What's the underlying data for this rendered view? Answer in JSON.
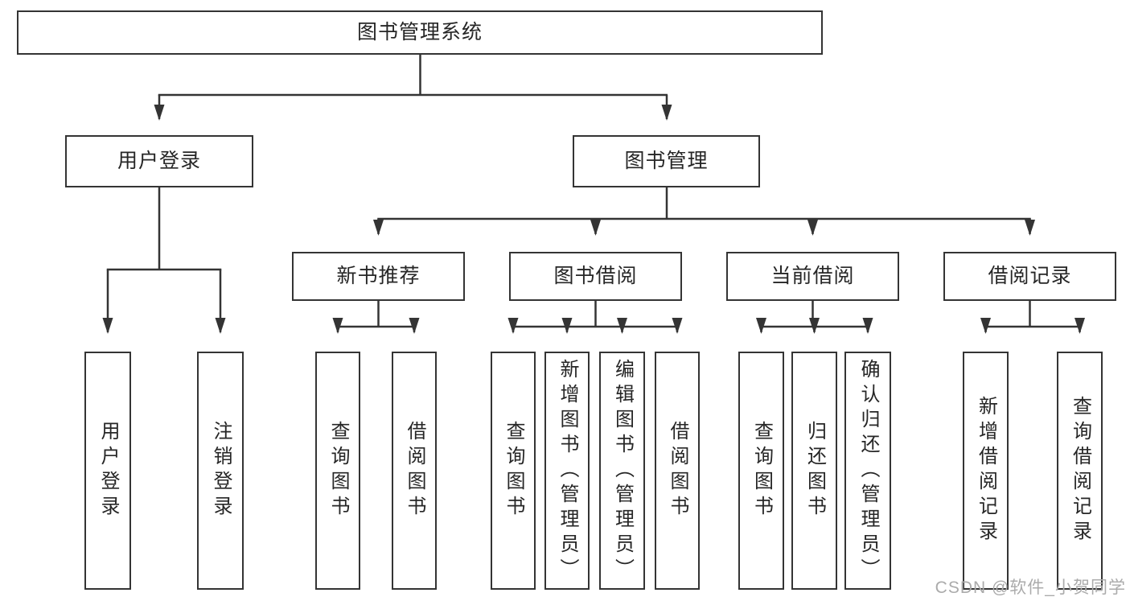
{
  "colors": {
    "background": "#ffffff",
    "box_border": "#343434",
    "connector_line": "#343434",
    "node_text": "#262626",
    "watermark_text": "#ababab"
  },
  "tree": {
    "label": "图书管理系统",
    "children": [
      {
        "label": "用户登录",
        "children": [
          {
            "label": "用户登录"
          },
          {
            "label": "注销登录"
          }
        ]
      },
      {
        "label": "图书管理",
        "children": [
          {
            "label": "新书推荐",
            "children": [
              {
                "label": "查询图书"
              },
              {
                "label": "借阅图书"
              }
            ]
          },
          {
            "label": "图书借阅",
            "children": [
              {
                "label": "查询图书"
              },
              {
                "label": "新增图书（管理员）"
              },
              {
                "label": "编辑图书（管理员）"
              },
              {
                "label": "借阅图书"
              }
            ]
          },
          {
            "label": "当前借阅",
            "children": [
              {
                "label": "查询图书"
              },
              {
                "label": "归还图书"
              },
              {
                "label": "确认归还（管理员）"
              }
            ]
          },
          {
            "label": "借阅记录",
            "children": [
              {
                "label": "新增借阅记录"
              },
              {
                "label": "查询借阅记录"
              }
            ]
          }
        ]
      }
    ]
  },
  "watermark": {
    "text": "CSDN @软件_小贺同学"
  }
}
